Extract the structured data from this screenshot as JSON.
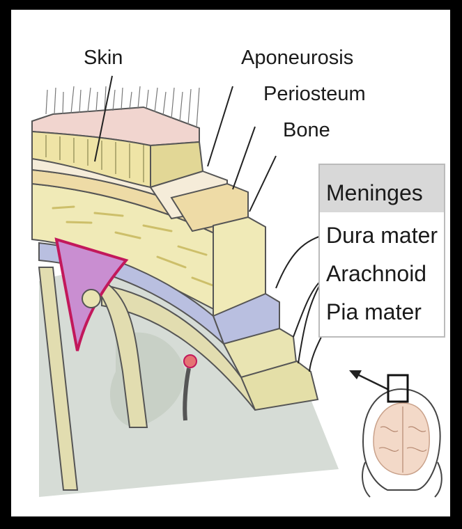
{
  "labels": {
    "skin": "Skin",
    "aponeurosis": "Aponeurosis",
    "periosteum": "Periosteum",
    "bone": "Bone",
    "meninges": "Meninges",
    "dura_mater": "Dura mater",
    "arachnoid": "Arachnoid",
    "pia_mater": "Pia mater"
  },
  "colors": {
    "frame": "#000000",
    "background": "#ffffff",
    "skin_top": "#f1d5cf",
    "skin_side": "#efe4a6",
    "aponeurosis": "#f5ecd9",
    "periosteum": "#eedba6",
    "bone": "#f0eab7",
    "dura": "#b9bfe0",
    "arachnoid": "#e9e4b2",
    "pia": "#e4dfa8",
    "brain": "#d6dcd6",
    "brain_gyrus": "#cfd6ce",
    "sinus": "#c98ed1",
    "sinus_border": "#c2185b",
    "meninges_header_bg": "#d8d8d8",
    "line": "#222222"
  },
  "icons": [
    "head-locator-icon",
    "arrow-icon"
  ]
}
